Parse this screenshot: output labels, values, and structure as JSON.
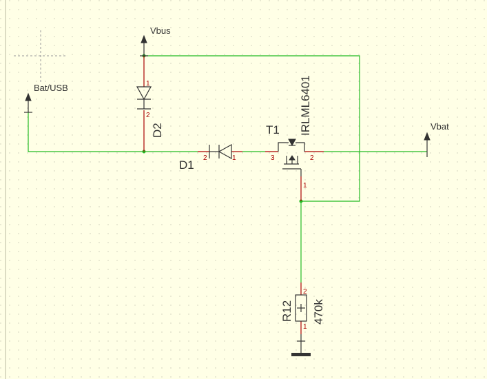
{
  "labels": {
    "vbus": "Vbus",
    "bat_usb": "Bat/USB",
    "vbat": "Vbat",
    "d2": "D2",
    "d1": "D1",
    "t1": "T1",
    "t1_value": "IRLML6401",
    "r12": "R12",
    "r12_value": "470k"
  },
  "pins": {
    "d2_anode": "1",
    "d2_cathode": "2",
    "d1_left": "2",
    "d1_right": "1",
    "t1_gate": "1",
    "t1_source": "3",
    "t1_drain": "2",
    "r12_top": "2",
    "r12_bottom": "1"
  },
  "colors": {
    "background": "#ffffe6",
    "grid": "#c8c8b4",
    "wire": "#22bb22",
    "pin_lead": "#aa0000",
    "symbol": "#333333"
  }
}
